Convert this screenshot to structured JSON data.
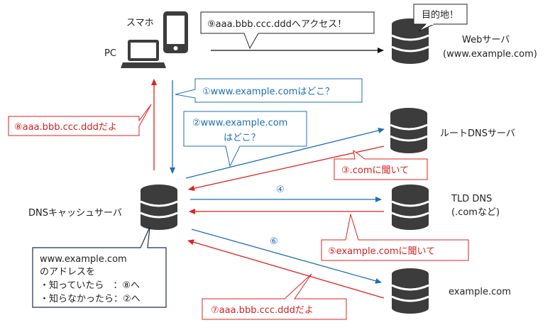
{
  "colors": {
    "blue": "#1f6fb8",
    "red": "#e02020",
    "dark": "#222222",
    "server": "#3c3c3c"
  },
  "devices": {
    "smartphone_label": "スマホ",
    "pc_label": "PC"
  },
  "servers": {
    "web": {
      "label_line1": "Webサーバ",
      "label_line2": "(www.example.com)",
      "callout": "目的地！"
    },
    "root": {
      "label": "ルートDNSサーバ"
    },
    "tld": {
      "label_line1": "TLD DNS",
      "label_line2": "(.comなど)"
    },
    "auth": {
      "label": "example.com"
    },
    "cache": {
      "label": "DNSキャッシュサーバ"
    }
  },
  "steps": {
    "s1": "①www.example.comはどこ？",
    "s2_line1": "②www.example.com",
    "s2_line2": "はどこ？",
    "s3": "③.comに聞いて",
    "s4": "④",
    "s5": "⑤example.comに聞いて",
    "s6": "⑥",
    "s7": "⑦aaa.bbb.ccc.dddだよ",
    "s8": "⑧aaa.bbb.ccc.dddだよ",
    "s9": "⑨aaa.bbb.ccc.dddへアクセス！"
  },
  "note": {
    "line1": "www.example.com",
    "line2": "のアドレスを",
    "line3": "・知っていたら　：⑧へ",
    "line4": "・知らなかったら：②へ"
  }
}
